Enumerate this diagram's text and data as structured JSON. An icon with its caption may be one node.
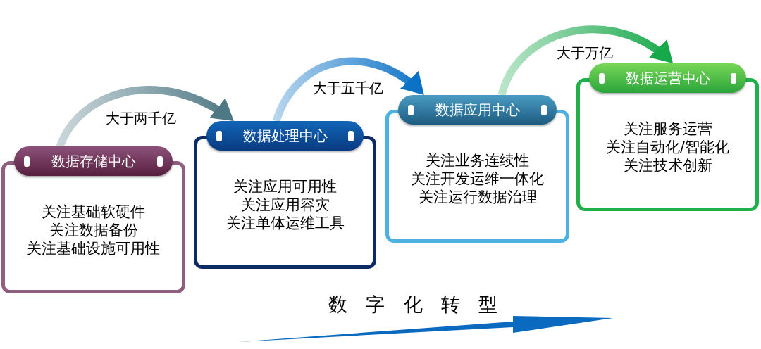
{
  "diagram": {
    "nodes": [
      {
        "text": [
          "数据存储中心",
          "关注基础软硬件",
          "关注数据备份",
          "关注基础设施可用性"
        ]
      },
      {
        "text": [
          "数据处理中心",
          "关注应用可用性",
          "关注应用容灾",
          "关注单体运维工具"
        ]
      },
      {
        "text": [
          "数据应用中心",
          "关注业务连续性",
          "关注开发运维一体化",
          "关注运行数据治理"
        ]
      },
      {
        "text": [
          "数据运营中心",
          "关注服务运营",
          "关注自动化/智能化",
          "关注技术创新"
        ]
      }
    ],
    "edges": [
      {
        "from": 0,
        "to": 1,
        "arrow": "to",
        "label": "大于两千亿",
        "color": "#4e7884"
      },
      {
        "from": 1,
        "to": 2,
        "arrow": "to",
        "label": "大于五千亿",
        "color": "#0b72c6"
      },
      {
        "from": 2,
        "to": 3,
        "arrow": "to",
        "label": "大于万亿",
        "color": "#17a84a"
      }
    ],
    "labels": [
      "数字化转型"
    ]
  }
}
